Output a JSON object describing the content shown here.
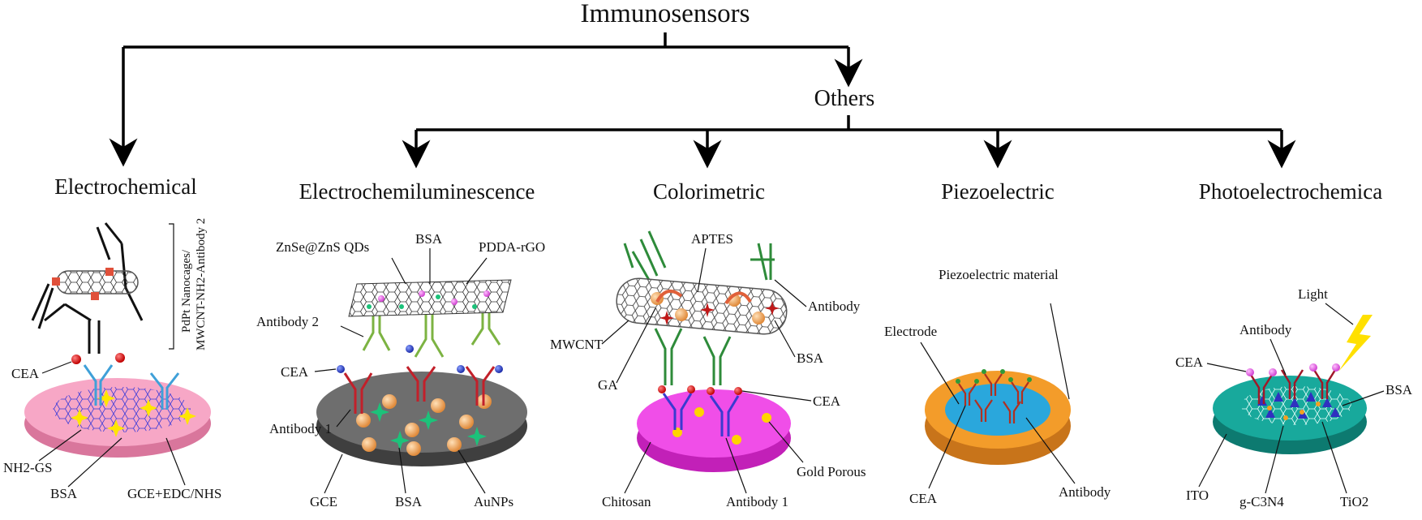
{
  "root": "Immunosensors",
  "branch": "Others",
  "categories": {
    "electrochemical": "Electrochemical",
    "ecl": "Electrochemiluminescence",
    "colorimetric": "Colorimetric",
    "piezoelectric": "Piezoelectric",
    "photoelectrochemical": "Photoelectrochemica"
  },
  "electrochemical": {
    "bracket_line1": "PdPt Nanocages/",
    "bracket_line2": "MWCNT-NH2-Antibody 2",
    "cea": "CEA",
    "nh2gs": "NH2-GS",
    "bsa": "BSA",
    "electrode": "GCE+EDC/NHS"
  },
  "ecl": {
    "qds": "ZnSe@ZnS QDs",
    "bsa_top": "BSA",
    "pdda": "PDDA-rGO",
    "antibody2": "Antibody 2",
    "cea": "CEA",
    "antibody1": "Antibody 1",
    "gce": "GCE",
    "bsa_bottom": "BSA",
    "aunps": "AuNPs"
  },
  "colorimetric": {
    "aptes": "APTES",
    "antibody": "Antibody",
    "mwcnt": "MWCNT",
    "ga": "GA",
    "bsa": "BSA",
    "cea": "CEA",
    "gold": "Gold Porous",
    "chitosan": "Chitosan",
    "antibody1": "Antibody 1"
  },
  "piezoelectric": {
    "material": "Piezoelectric material",
    "electrode": "Electrode",
    "cea": "CEA",
    "antibody": "Antibody"
  },
  "photoelectrochemical": {
    "light": "Light",
    "antibody": "Antibody",
    "cea": "CEA",
    "bsa": "BSA",
    "ito": "ITO",
    "gc3n4": "g-C3N4",
    "tio2": "TiO2"
  },
  "colors": {
    "pink_disc": "#f7a7c6",
    "gray_disc": "#6e6e6e",
    "magenta_disc": "#f04ee8",
    "orange_disc": "#f39c2a",
    "teal_disc": "#18a99c",
    "cyan_inner": "#2aa7dc",
    "antibody_red": "#c2202a",
    "antibody_green": "#3a9a3a",
    "antibody_blue": "#3a6fd0"
  }
}
